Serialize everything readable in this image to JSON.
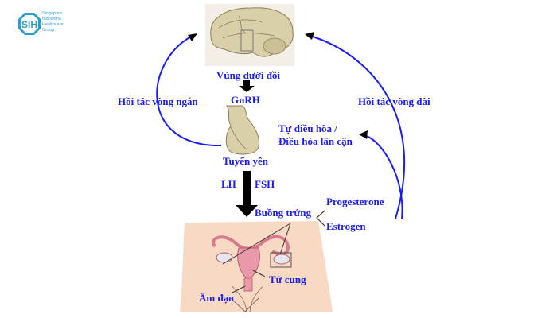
{
  "logo": {
    "icon": "sih-octagon-logo-icon",
    "lines": [
      "Singapore",
      "Indochina",
      "Healthcare",
      "Group"
    ],
    "color": "#2a9fd6"
  },
  "labels": {
    "hypothalamus": "Vùng dưới đồi",
    "gnrh": "GnRH",
    "short_loop": "Hồi tác vòng ngắn",
    "long_loop": "Hồi tác vòng dài",
    "self_regulation_1": "Tự điều hòa /",
    "self_regulation_2": "Điều hòa lân cận",
    "pituitary": "Tuyến yên",
    "lh": "LH",
    "fsh": "FSH",
    "ovary": "Buồng trứng",
    "progesterone": "Progesterone",
    "estrogen": "Estrogen",
    "uterus": "Tử cung",
    "vagina": "Âm đạo"
  },
  "colors": {
    "label": "#1a1aff",
    "feedback_arrow": "#1a1aff",
    "main_arrow": "#000000",
    "skin": "#f7d9c4",
    "brain": "#d9cfa8",
    "organ": "#e89aa8"
  }
}
